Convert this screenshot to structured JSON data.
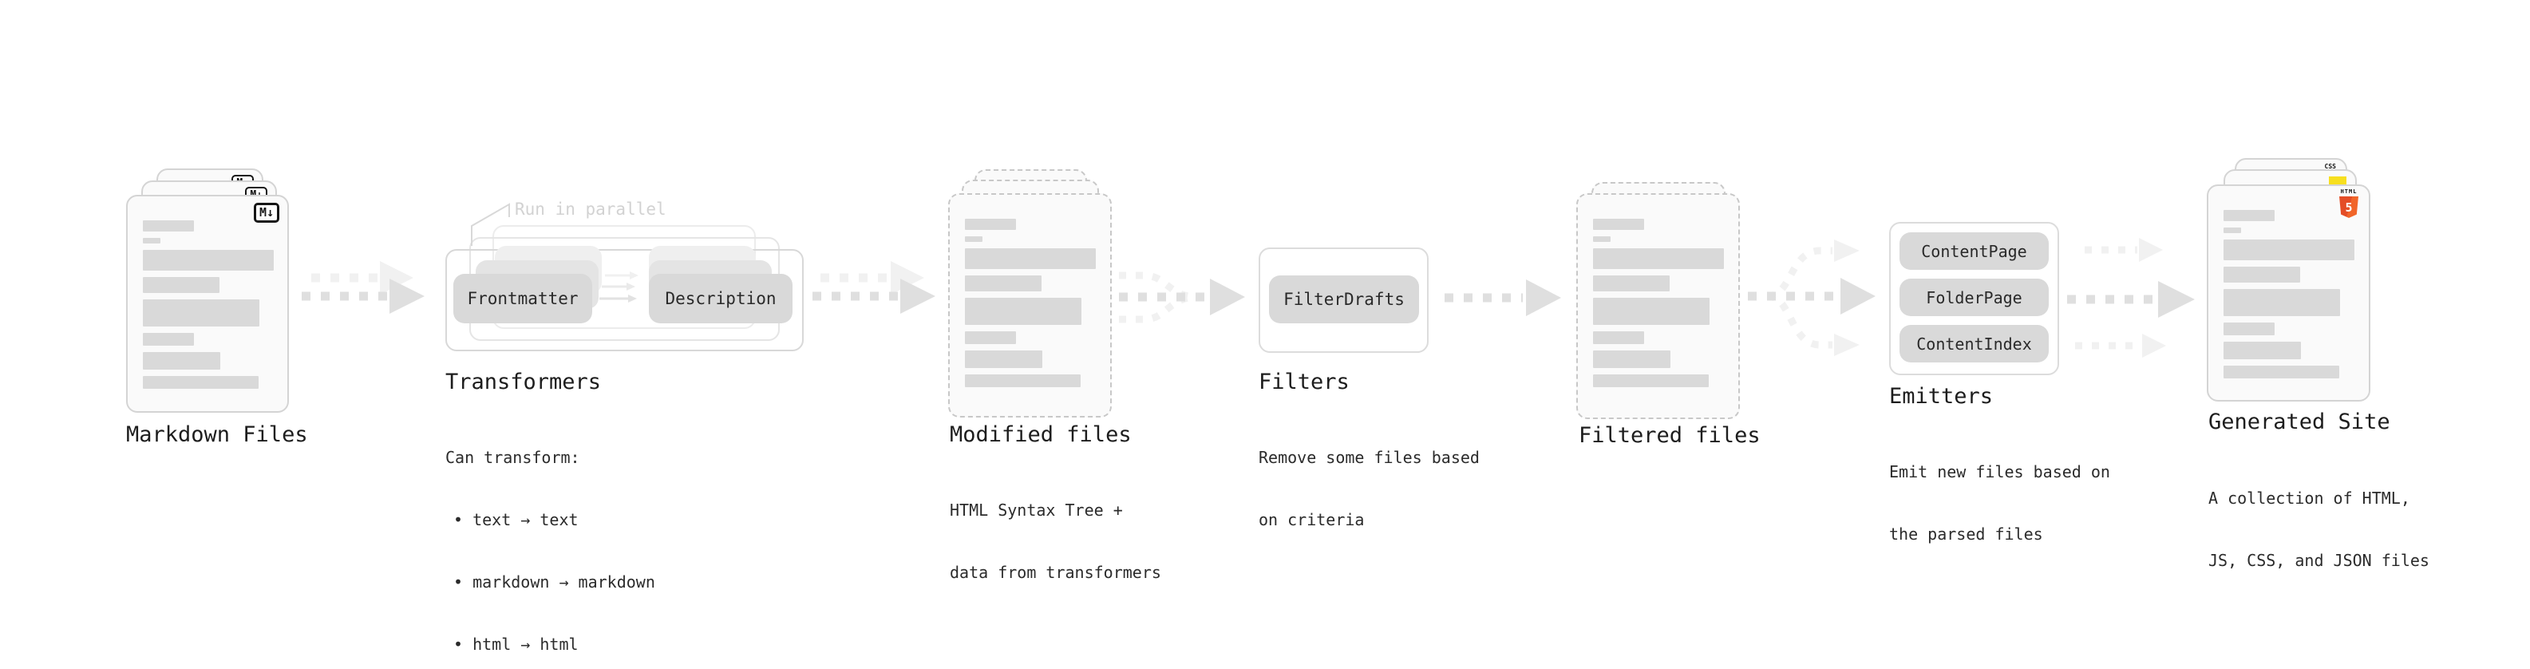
{
  "palette": {
    "arrow_dark": "#dfdfdf",
    "arrow_light": "#f1f1f1",
    "pill_gray": "#d9d9d9",
    "bar_gray": "#d9d9d9",
    "card_bg": "#fafafa",
    "html5_orange": "#e44d26",
    "js_yellow": "#f7df1e",
    "css_blue": "#2563eb",
    "text": "#1f1f1f",
    "muted": "#d2d2d2"
  },
  "markdown_files": {
    "label": "Markdown Files",
    "badge": "M↓"
  },
  "transformers": {
    "heading": "Transformers",
    "callout": "Run in parallel",
    "pill_frontmatter": "Frontmatter",
    "pill_description": "Description",
    "caption": "Can transform:",
    "bullets": [
      "• text → text",
      "• markdown → markdown",
      "• html → html"
    ]
  },
  "modified_files": {
    "label": "Modified files",
    "caption": [
      "HTML Syntax Tree +",
      "data from transformers"
    ]
  },
  "filters": {
    "heading": "Filters",
    "pill": "FilterDrafts",
    "caption": [
      "Remove some files based",
      "on criteria"
    ]
  },
  "filtered_files": {
    "label": "Filtered files"
  },
  "emitters": {
    "heading": "Emitters",
    "pills": [
      "ContentPage",
      "FolderPage",
      "ContentIndex"
    ],
    "caption": [
      "Emit new files based on",
      "the parsed files"
    ]
  },
  "generated_site": {
    "label": "Generated Site",
    "caption": [
      "A collection of HTML,",
      "JS, CSS, and JSON files"
    ],
    "html5_word": "HTML",
    "html5_number": "5",
    "css_word": "CSS"
  }
}
